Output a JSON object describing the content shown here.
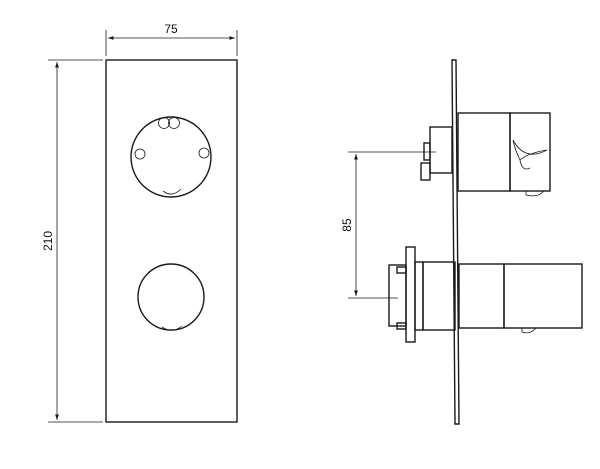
{
  "dimensions": {
    "width_label": "75",
    "height_label": "210",
    "spacing_label": "85"
  },
  "colors": {
    "line": "#1a1a1a",
    "background": "#ffffff"
  }
}
